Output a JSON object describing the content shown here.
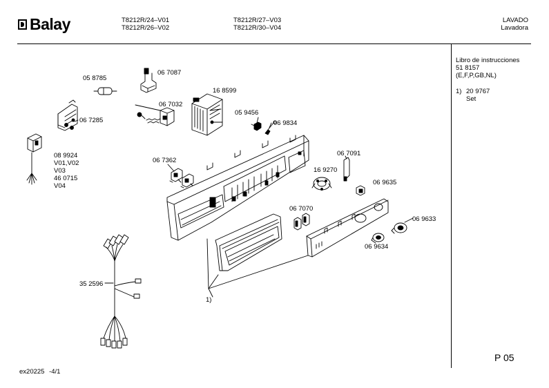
{
  "header": {
    "brand": "Balay",
    "models_col1": [
      "T8212R/24–V01",
      "T8212R/26–V02"
    ],
    "models_col2": [
      "T8212R/27–V03",
      "T8212R/30–V04"
    ],
    "category": [
      "LAVADO",
      "Lavadora"
    ]
  },
  "sidebar": {
    "manual_title": "Libro de instrucciones",
    "manual_number": "51 8157",
    "manual_langs": "(E,F,P,GB,NL)",
    "set_ref": "1)",
    "set_number": "20 9767",
    "set_label": "Set",
    "page": "P 05"
  },
  "parts": {
    "p058785": "05 8785",
    "p067087": "06 7087",
    "p168599": "16 8599",
    "p067032": "06 7032",
    "p067285": "06 7285",
    "p059456": "05 9456",
    "p069834": "06 9834",
    "p089924": [
      "08 9924",
      "V01,V02",
      "V03",
      "46 0715",
      "V04"
    ],
    "p067362": "06 7362",
    "p067091": "06 7091",
    "p169270": "16 9270",
    "p069635": "06 9635",
    "p067070": "06 7070",
    "p069633": "06 9633",
    "p069634": "06 9634",
    "p352596": "35 2596",
    "callout1": "1)"
  },
  "footer": {
    "code": "ex20225",
    "sheet": "-4/1"
  }
}
